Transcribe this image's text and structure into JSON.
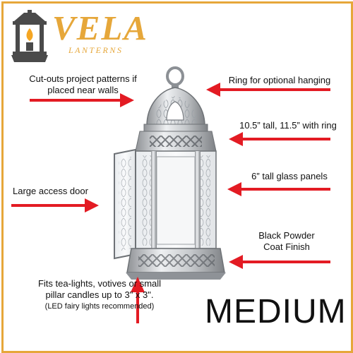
{
  "brand": {
    "name": "VELA",
    "tagline": "LANTERNS",
    "colors": {
      "gold": "#e6a73a",
      "dark": "#4a4a4a",
      "flame": "#f5a623"
    },
    "logo_icon": "lantern-flame-icon"
  },
  "callouts": {
    "cutouts_line1": "Cut-outs project patterns if",
    "cutouts_line2": "placed near walls",
    "ring": "Ring for optional hanging",
    "height": "10.5” tall, 11.5” with ring",
    "glass": "6” tall glass panels",
    "door": "Large access door",
    "finish_line1": "Black Powder",
    "finish_line2": "Coat Finish",
    "fits_line1": "Fits tea-lights, votives or small",
    "fits_line2": "pillar candles up to 3\" x 3\".",
    "fits_line3": "(LED fairy lights recommended)"
  },
  "size_label": "MEDIUM",
  "arrow_color": "#e31b23",
  "product": "silver-hexagonal-lantern"
}
